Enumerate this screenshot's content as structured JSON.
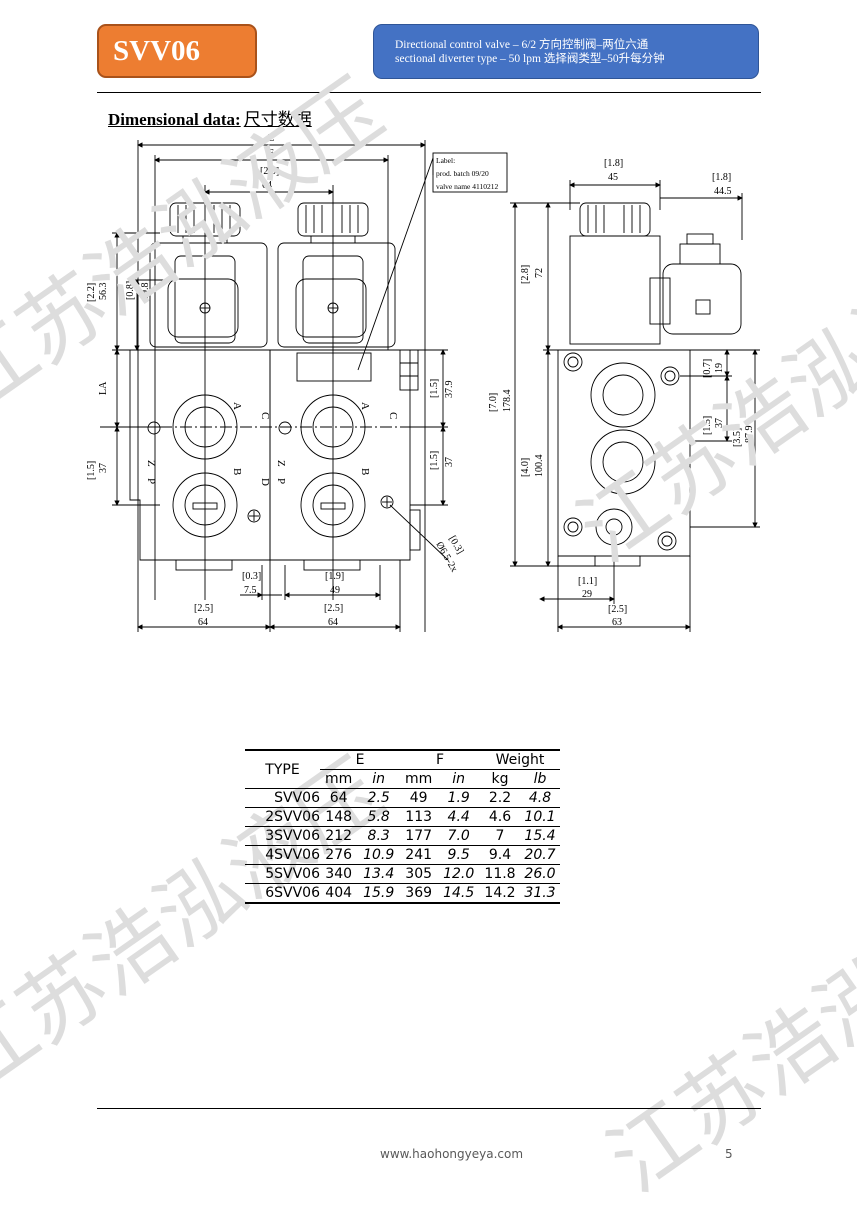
{
  "header": {
    "product_code": "SVV06",
    "description_line1": "Directional control valve – 6/2  方向控制阀–两位六通",
    "description_line2": "sectional diverter type – 50 lpm 选择阀类型–50升每分钟",
    "brand_color": "#ed7d31",
    "description_color": "#4472c4"
  },
  "section": {
    "title": "Dimensional data:",
    "title_cn": "尺寸数据"
  },
  "drawing": {
    "label_lines": [
      "Label:",
      "prod. batch 09/20",
      "valve name 4110212"
    ],
    "front": {
      "E": "E",
      "F": "F",
      "top_in": "[2.5]",
      "top_mm": "64",
      "solenoid_in": "[2.2]",
      "solenoid_mm": "56.3",
      "coil_in": "[0.8]",
      "coil_mm": "19.8",
      "la": "LA",
      "left_in": "[1.5]",
      "left_mm": "37",
      "right_upper_in": "[1.5]",
      "right_upper_mm": "37.9",
      "right_lower_in": "[1.5]",
      "right_lower_mm": "37",
      "bottom_small_in": "[0.3]",
      "bottom_small_mm": "7.5",
      "bottom_mid_in": "[1.9]",
      "bottom_mid_mm": "49",
      "bottom_left_in": "[2.5]",
      "bottom_left_mm": "64",
      "bottom_right_in": "[2.5]",
      "bottom_right_mm": "64",
      "hole_in": "[0.3]",
      "hole_mm": "Ø6.5-2x",
      "port_a": "A",
      "port_b": "B",
      "port_c": "C",
      "port_d": "D",
      "port_p": "P",
      "port_z": "Z"
    },
    "side": {
      "top_left_in": "[1.8]",
      "top_left_mm": "45",
      "top_right_in": "[1.8]",
      "top_right_mm": "44.5",
      "height_in": "[7.0]",
      "height_mm": "178.4",
      "coil_in": "[2.8]",
      "coil_mm": "72",
      "body_in": "[4.0]",
      "body_mm": "100.4",
      "r_small_in": "[0.7]",
      "r_small_mm": "19",
      "r_mid_in": "[1.5]",
      "r_mid_mm": "37",
      "r_big_in": "[3.5]",
      "r_big_mm": "87.9",
      "bottom_small_in": "[1.1]",
      "bottom_small_mm": "29",
      "bottom_in": "[2.5]",
      "bottom_mm": "63"
    }
  },
  "table": {
    "type_header": "TYPE",
    "col_e": "E",
    "col_f": "F",
    "col_weight": "Weight",
    "units": [
      "mm",
      "in",
      "mm",
      "in",
      "kg",
      "lb"
    ],
    "rows": [
      {
        "type": "SVV06",
        "e_mm": "64",
        "e_in": "2.5",
        "f_mm": "49",
        "f_in": "1.9",
        "kg": "2.2",
        "lb": "4.8"
      },
      {
        "type": "2SVV06",
        "e_mm": "148",
        "e_in": "5.8",
        "f_mm": "113",
        "f_in": "4.4",
        "kg": "4.6",
        "lb": "10.1"
      },
      {
        "type": "3SVV06",
        "e_mm": "212",
        "e_in": "8.3",
        "f_mm": "177",
        "f_in": "7.0",
        "kg": "7",
        "lb": "15.4"
      },
      {
        "type": "4SVV06",
        "e_mm": "276",
        "e_in": "10.9",
        "f_mm": "241",
        "f_in": "9.5",
        "kg": "9.4",
        "lb": "20.7"
      },
      {
        "type": "5SVV06",
        "e_mm": "340",
        "e_in": "13.4",
        "f_mm": "305",
        "f_in": "12.0",
        "kg": "11.8",
        "lb": "26.0"
      },
      {
        "type": "6SVV06",
        "e_mm": "404",
        "e_in": "15.9",
        "f_mm": "369",
        "f_in": "14.5",
        "kg": "14.2",
        "lb": "31.3"
      }
    ]
  },
  "watermark": {
    "text1": "江苏浩泓液压",
    "text2": "江苏浩泓液压"
  },
  "footer": {
    "url": "www.haohongyeya.com",
    "page": "5"
  }
}
